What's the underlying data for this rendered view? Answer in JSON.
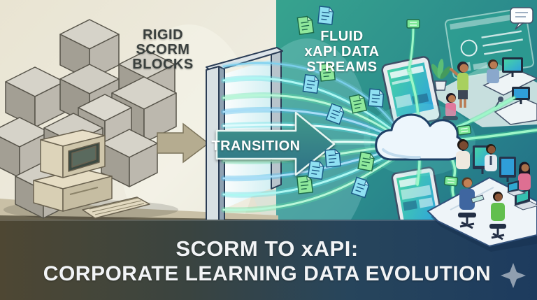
{
  "labels": {
    "left": {
      "line1": "RIGID",
      "line2": "SCORM",
      "line3": "BLOCKS"
    },
    "right": {
      "line1": "FLUID",
      "line2": "xAPI DATA",
      "line3": "STREAMS"
    },
    "transition": "TRANSITION"
  },
  "banner": {
    "title_line1": "SCORM TO xAPI:",
    "title_line2": "CORPORATE LEARNING DATA EVOLUTION"
  },
  "icons": {
    "sparkle": "four-point-star",
    "cloud": "cloud",
    "documents": "xapi-statement-doc",
    "chips": "data-packet-chip",
    "legacy_computer": "retro-crt-computer",
    "blocks": "isometric-cubes",
    "doorway": "transition-doorway",
    "tablets": "tablet-devices",
    "offices": "isometric-office-scenes"
  },
  "colors": {
    "left_bg": "#ece7d6",
    "left_floor": "#c9c0a6",
    "right_bg_top": "#35a08d",
    "right_bg_bottom": "#1f6b85",
    "banner_left": "#4e4733",
    "banner_right": "#1d3b5e",
    "stream_cyan": "#56dfe6",
    "stream_green": "#5fe6a2",
    "stream_blue": "#3fb4ec",
    "arrow_fill_top": "#41988a",
    "arrow_fill_bottom": "#2e7186",
    "legacy_arrow": "#b5ac90",
    "cloud_fill": "#edf6fc",
    "cloud_outline": "#1f4066",
    "text_dark": "#3a403e",
    "text_white": "#ffffff"
  }
}
